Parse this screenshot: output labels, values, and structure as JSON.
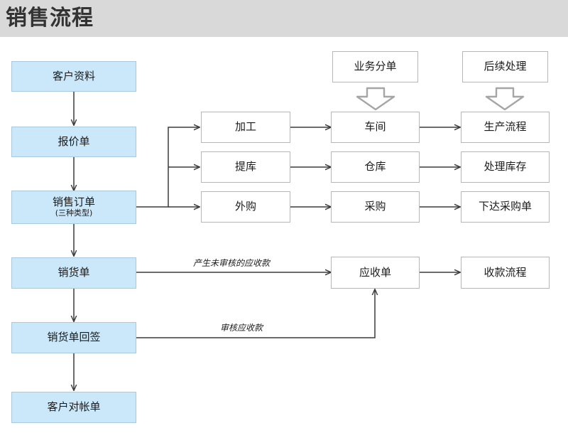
{
  "header": {
    "title": "销售流程"
  },
  "colors": {
    "header_band": "#d9d9d9",
    "primary_node_fill": "#cbe8fb",
    "primary_node_border": "#a8c9de",
    "secondary_node_fill": "#ffffff",
    "secondary_node_border": "#b7b7b7",
    "connector": "#3a3a3a",
    "block_arrow": "#a6a6a6",
    "text": "#1b1b1b"
  },
  "diagram": {
    "type": "flowchart",
    "main_flow": [
      {
        "id": "customer-info",
        "label": "客户资料",
        "sub": ""
      },
      {
        "id": "quotation",
        "label": "报价单",
        "sub": ""
      },
      {
        "id": "sales-order",
        "label": "销售订单",
        "sub": "(三种类型)"
      },
      {
        "id": "sales-delivery",
        "label": "销货单",
        "sub": ""
      },
      {
        "id": "delivery-receipt",
        "label": "销货单回签",
        "sub": ""
      },
      {
        "id": "customer-statement",
        "label": "客户对帐单",
        "sub": ""
      }
    ],
    "order_types": [
      {
        "id": "processing",
        "label": "加工"
      },
      {
        "id": "warehouse-pick",
        "label": "提库"
      },
      {
        "id": "outsourcing",
        "label": "外购"
      }
    ],
    "dispatch_header": "业务分单",
    "dispatch": [
      {
        "id": "workshop",
        "label": "车间"
      },
      {
        "id": "storehouse",
        "label": "仓库"
      },
      {
        "id": "purchasing",
        "label": "采购"
      }
    ],
    "followup_header": "后续处理",
    "followup": [
      {
        "id": "production-flow",
        "label": "生产流程"
      },
      {
        "id": "handle-inventory",
        "label": "处理库存"
      },
      {
        "id": "issue-purchase-order",
        "label": "下达采购单"
      }
    ],
    "receivable": {
      "id": "receivable-note",
      "label": "应收单"
    },
    "collection": {
      "id": "collection-flow",
      "label": "收款流程"
    },
    "edge_labels": [
      {
        "id": "edge-unaudited-receivable",
        "text": "产生未审核的应收款"
      },
      {
        "id": "edge-audit-receivable",
        "text": "审核应收款"
      }
    ]
  }
}
